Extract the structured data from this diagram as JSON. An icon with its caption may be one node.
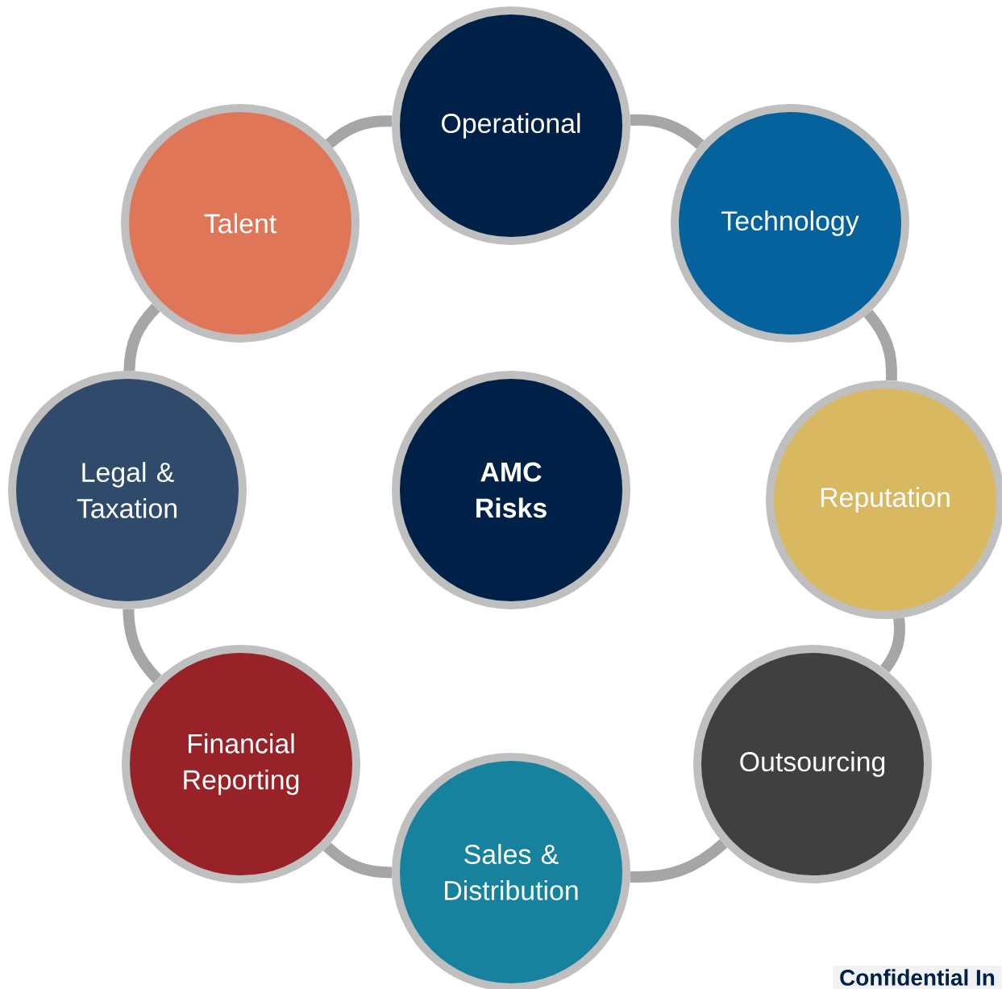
{
  "diagram": {
    "nodes": [
      {
        "text": [
          "Operational"
        ]
      },
      {
        "text": [
          "Technology"
        ]
      },
      {
        "text": [
          "Reputation"
        ]
      },
      {
        "text": [
          "Outsourcing"
        ]
      },
      {
        "text": [
          "Sales & Distribution"
        ]
      },
      {
        "text": [
          "Financial Reporting"
        ]
      },
      {
        "text": [
          "Legal & Taxation"
        ]
      },
      {
        "text": [
          "Talent"
        ]
      },
      {
        "text": [
          "AMC Risks"
        ]
      }
    ],
    "edges": [
      {
        "from": 0,
        "to": 1,
        "arrow": "none"
      },
      {
        "from": 1,
        "to": 2,
        "arrow": "none"
      },
      {
        "from": 2,
        "to": 3,
        "arrow": "none"
      },
      {
        "from": 3,
        "to": 4,
        "arrow": "none"
      },
      {
        "from": 4,
        "to": 5,
        "arrow": "none"
      },
      {
        "from": 5,
        "to": 6,
        "arrow": "none"
      },
      {
        "from": 6,
        "to": 7,
        "arrow": "none"
      },
      {
        "from": 7,
        "to": 0,
        "arrow": "none"
      }
    ],
    "labels": [
      "Confidential In"
    ]
  }
}
